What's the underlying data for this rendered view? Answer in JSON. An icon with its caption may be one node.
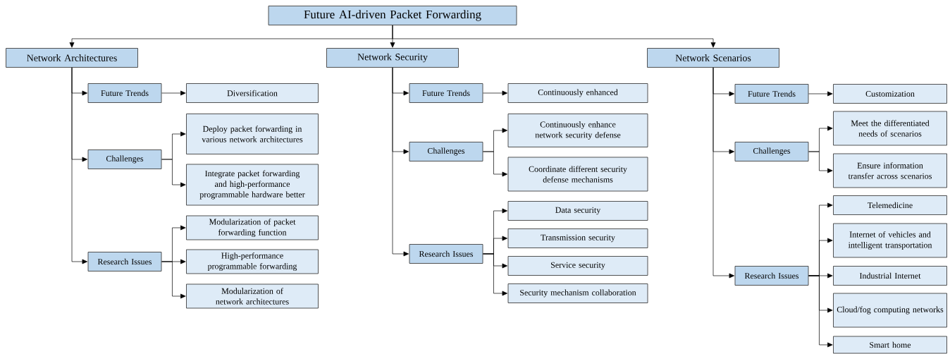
{
  "diagram": {
    "nodes": [
      {
        "text": [
          "Future AI-driven Packet Forwarding"
        ]
      },
      {
        "text": [
          "Network Architectures"
        ]
      },
      {
        "text": [
          "Future Trends"
        ]
      },
      {
        "text": [
          "Diversification"
        ]
      },
      {
        "text": [
          "Challenges"
        ]
      },
      {
        "text": [
          "Deploy packet forwarding in various network architectures"
        ]
      },
      {
        "text": [
          "Integrate packet forwarding and high-performance programmable hardware better"
        ]
      },
      {
        "text": [
          "Research Issues"
        ]
      },
      {
        "text": [
          "Modularization of packet forwarding function"
        ]
      },
      {
        "text": [
          "High-performance programmable forwarding"
        ]
      },
      {
        "text": [
          "Modularization of network architectures"
        ]
      },
      {
        "text": [
          "Network Security"
        ]
      },
      {
        "text": [
          "Future Trends"
        ]
      },
      {
        "text": [
          "Continuously enhanced"
        ]
      },
      {
        "text": [
          "Challenges"
        ]
      },
      {
        "text": [
          "Continuously enhance network security defense"
        ]
      },
      {
        "text": [
          "Coordinate different security defense mechanisms"
        ]
      },
      {
        "text": [
          "Research Issues"
        ]
      },
      {
        "text": [
          "Data security"
        ]
      },
      {
        "text": [
          "Transmission security"
        ]
      },
      {
        "text": [
          "Service security"
        ]
      },
      {
        "text": [
          "Security mechanism collaboration"
        ]
      },
      {
        "text": [
          "Network Scenarios"
        ]
      },
      {
        "text": [
          "Future Trends"
        ]
      },
      {
        "text": [
          "Customization"
        ]
      },
      {
        "text": [
          "Challenges"
        ]
      },
      {
        "text": [
          "Meet the differentiated needs of scenarios"
        ]
      },
      {
        "text": [
          "Ensure information transfer across scenarios"
        ]
      },
      {
        "text": [
          "Research Issues"
        ]
      },
      {
        "text": [
          "Telemedicine"
        ]
      },
      {
        "text": [
          "Internet of vehicles and intelligent transportation"
        ]
      },
      {
        "text": [
          "Industrial Internet"
        ]
      },
      {
        "text": [
          "Cloud/fog computing networks"
        ]
      },
      {
        "text": [
          "Smart home"
        ]
      }
    ],
    "edges": [
      {
        "from": 0,
        "to": 1,
        "arrow": "to"
      },
      {
        "from": 0,
        "to": 11,
        "arrow": "to"
      },
      {
        "from": 0,
        "to": 22,
        "arrow": "to"
      },
      {
        "from": 1,
        "to": 2,
        "arrow": "to"
      },
      {
        "from": 1,
        "to": 4,
        "arrow": "to"
      },
      {
        "from": 1,
        "to": 7,
        "arrow": "to"
      },
      {
        "from": 2,
        "to": 3,
        "arrow": "to"
      },
      {
        "from": 4,
        "to": 5,
        "arrow": "to"
      },
      {
        "from": 4,
        "to": 6,
        "arrow": "to"
      },
      {
        "from": 7,
        "to": 8,
        "arrow": "to"
      },
      {
        "from": 7,
        "to": 9,
        "arrow": "to"
      },
      {
        "from": 7,
        "to": 10,
        "arrow": "to"
      },
      {
        "from": 11,
        "to": 12,
        "arrow": "to"
      },
      {
        "from": 11,
        "to": 14,
        "arrow": "to"
      },
      {
        "from": 11,
        "to": 17,
        "arrow": "to"
      },
      {
        "from": 12,
        "to": 13,
        "arrow": "to"
      },
      {
        "from": 14,
        "to": 15,
        "arrow": "to"
      },
      {
        "from": 14,
        "to": 16,
        "arrow": "to"
      },
      {
        "from": 17,
        "to": 18,
        "arrow": "to"
      },
      {
        "from": 17,
        "to": 19,
        "arrow": "to"
      },
      {
        "from": 17,
        "to": 20,
        "arrow": "to"
      },
      {
        "from": 17,
        "to": 21,
        "arrow": "to"
      },
      {
        "from": 22,
        "to": 23,
        "arrow": "to"
      },
      {
        "from": 22,
        "to": 25,
        "arrow": "to"
      },
      {
        "from": 22,
        "to": 28,
        "arrow": "to"
      },
      {
        "from": 23,
        "to": 24,
        "arrow": "to"
      },
      {
        "from": 25,
        "to": 26,
        "arrow": "to"
      },
      {
        "from": 25,
        "to": 27,
        "arrow": "to"
      },
      {
        "from": 28,
        "to": 29,
        "arrow": "to"
      },
      {
        "from": 28,
        "to": 30,
        "arrow": "to"
      },
      {
        "from": 28,
        "to": 31,
        "arrow": "to"
      },
      {
        "from": 28,
        "to": 32,
        "arrow": "to"
      },
      {
        "from": 28,
        "to": 33,
        "arrow": "to"
      }
    ]
  }
}
